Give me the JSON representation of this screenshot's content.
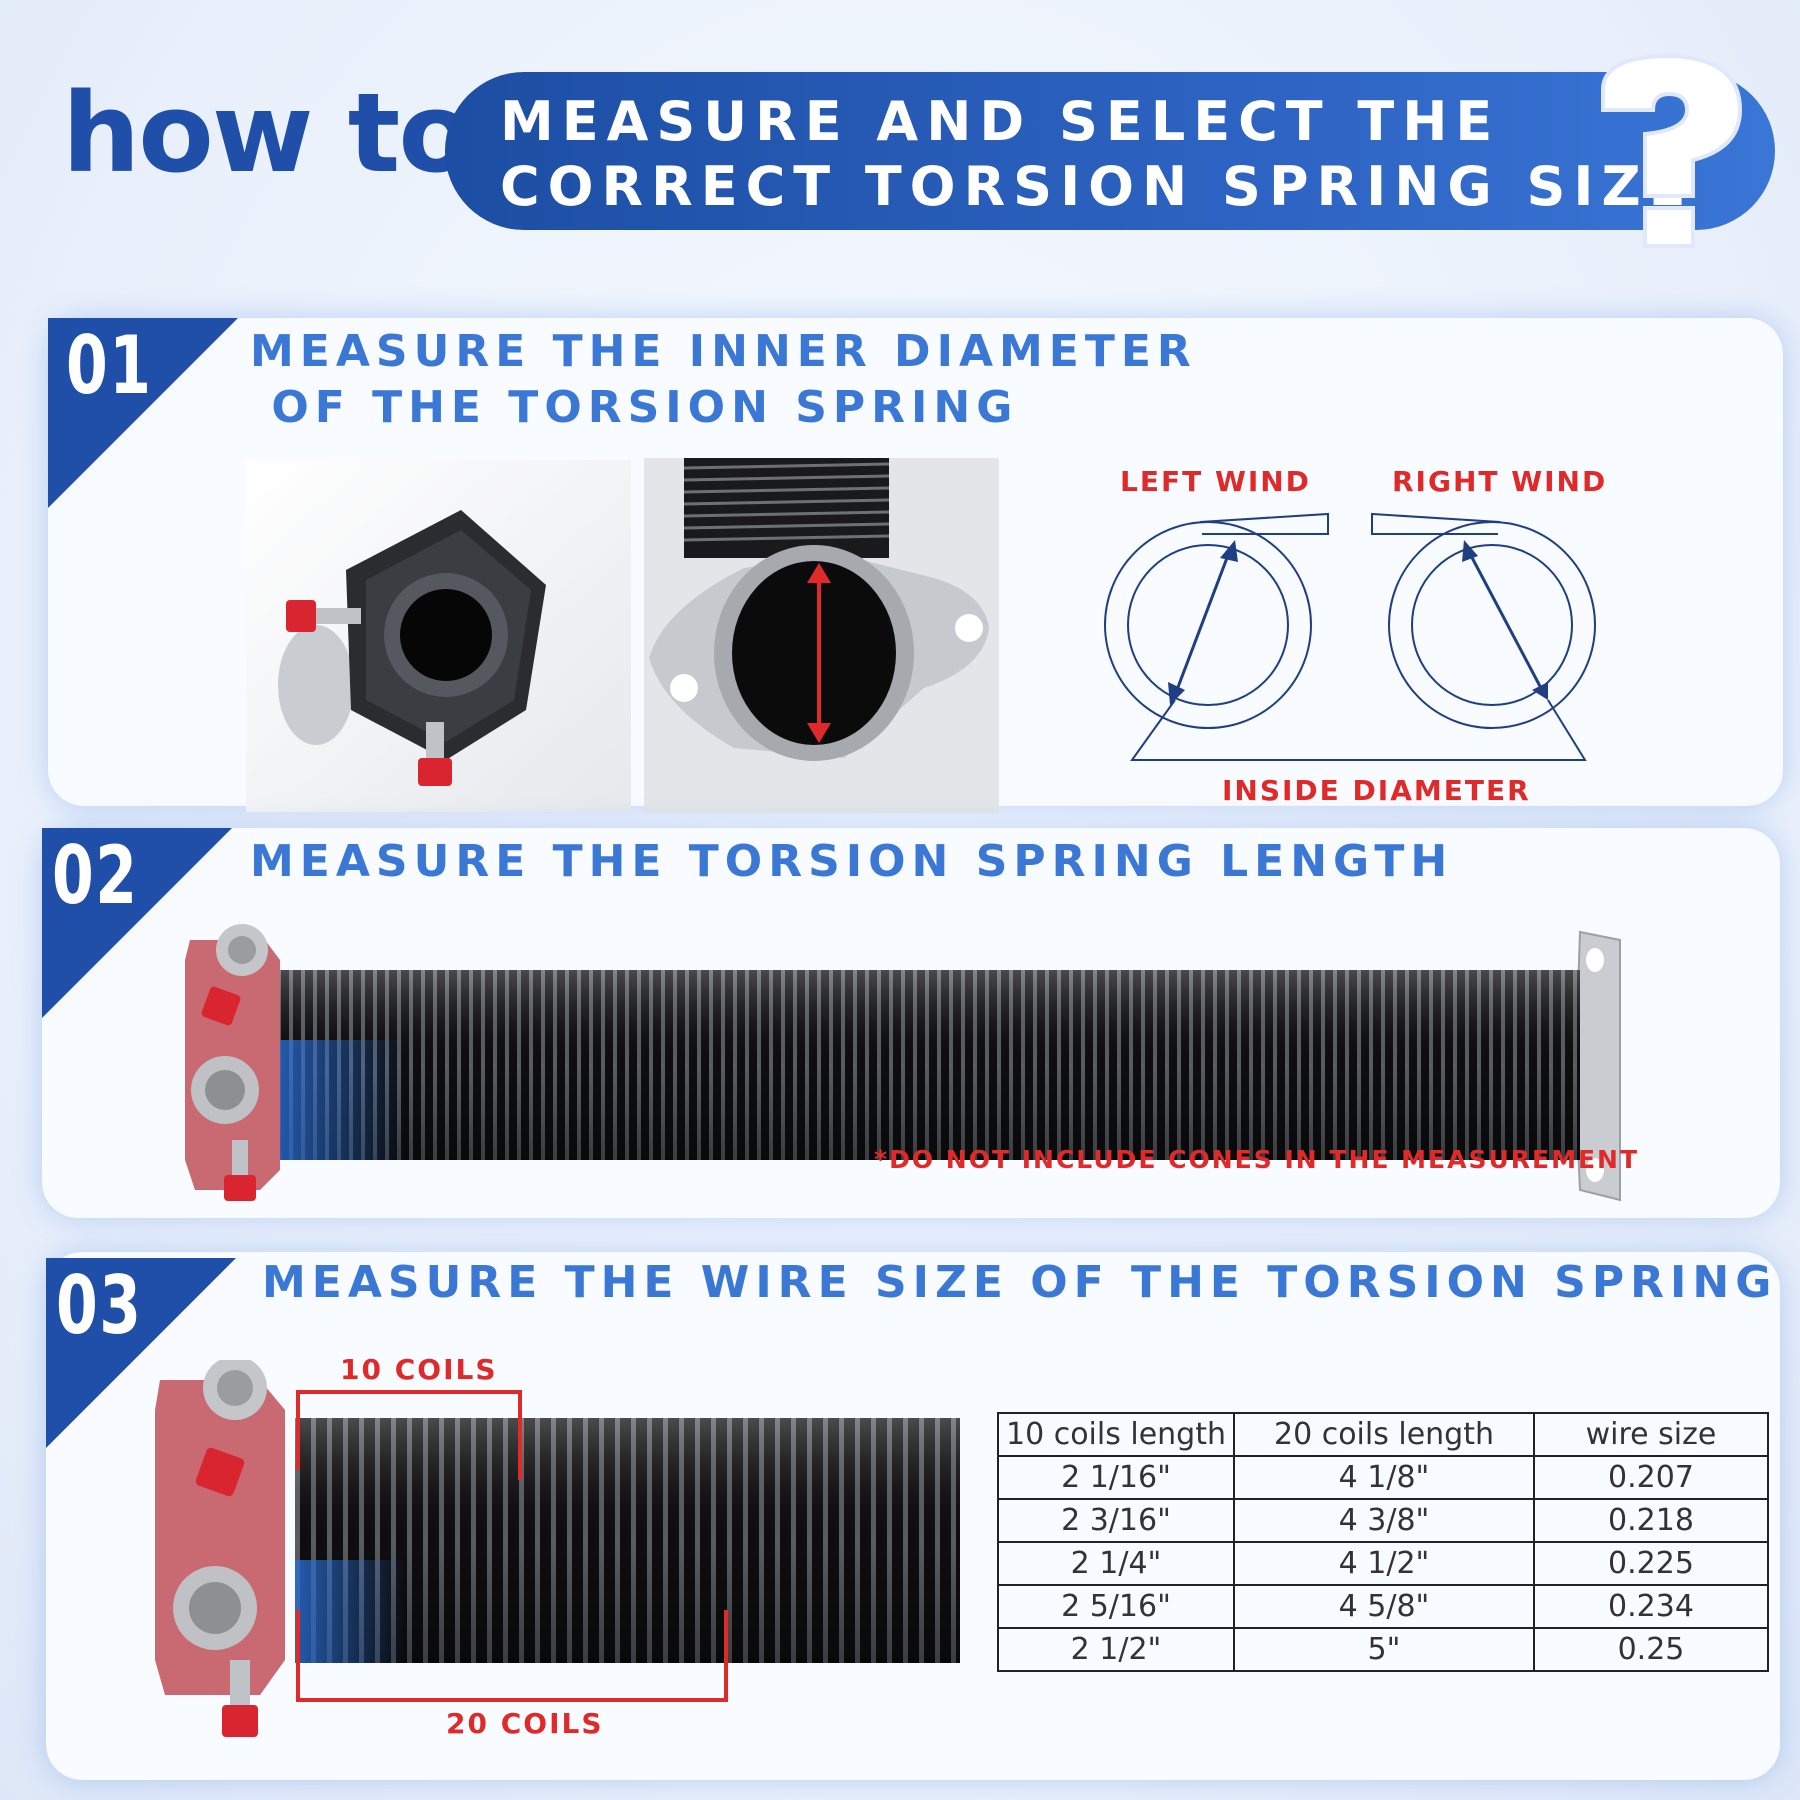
{
  "header": {
    "prefix": "how to",
    "line1": "MEASURE AND SELECT THE",
    "line2": "CORRECT TORSION SPRING SIZE",
    "icon": "question-mark-icon"
  },
  "steps": [
    {
      "number": "01",
      "title_line1": "MEASURE THE INNER DIAMETER",
      "title_line2": " OF THE TORSION SPRING",
      "left_wind": "LEFT WIND",
      "right_wind": "RIGHT WIND",
      "inside_diameter": "INSIDE DIAMETER"
    },
    {
      "number": "02",
      "title": "MEASURE THE TORSION SPRING LENGTH",
      "note": "*DO NOT INCLUDE CONES IN THE MEASUREMENT"
    },
    {
      "number": "03",
      "title": "MEASURE THE WIRE SIZE OF THE TORSION SPRING",
      "label_10": "10 COILS",
      "label_20": "20 COILS"
    }
  ],
  "wire_table": {
    "headers": [
      "10 coils length",
      "20 coils length",
      "wire size"
    ],
    "rows": [
      [
        "2 1/16\"",
        "4 1/8\"",
        "0.207"
      ],
      [
        "2 3/16\"",
        "4 3/8\"",
        "0.218"
      ],
      [
        "2 1/4\"",
        "4 1/2\"",
        "0.225"
      ],
      [
        "2 5/16\"",
        "4 5/8\"",
        "0.234"
      ],
      [
        "2 1/2\"",
        "5\"",
        "0.25"
      ]
    ]
  },
  "colors": {
    "brand_blue": "#1f4fa8",
    "title_blue": "#3b78d6",
    "accent_red": "#e02a2a",
    "diagram_blue": "#1f3f82"
  }
}
